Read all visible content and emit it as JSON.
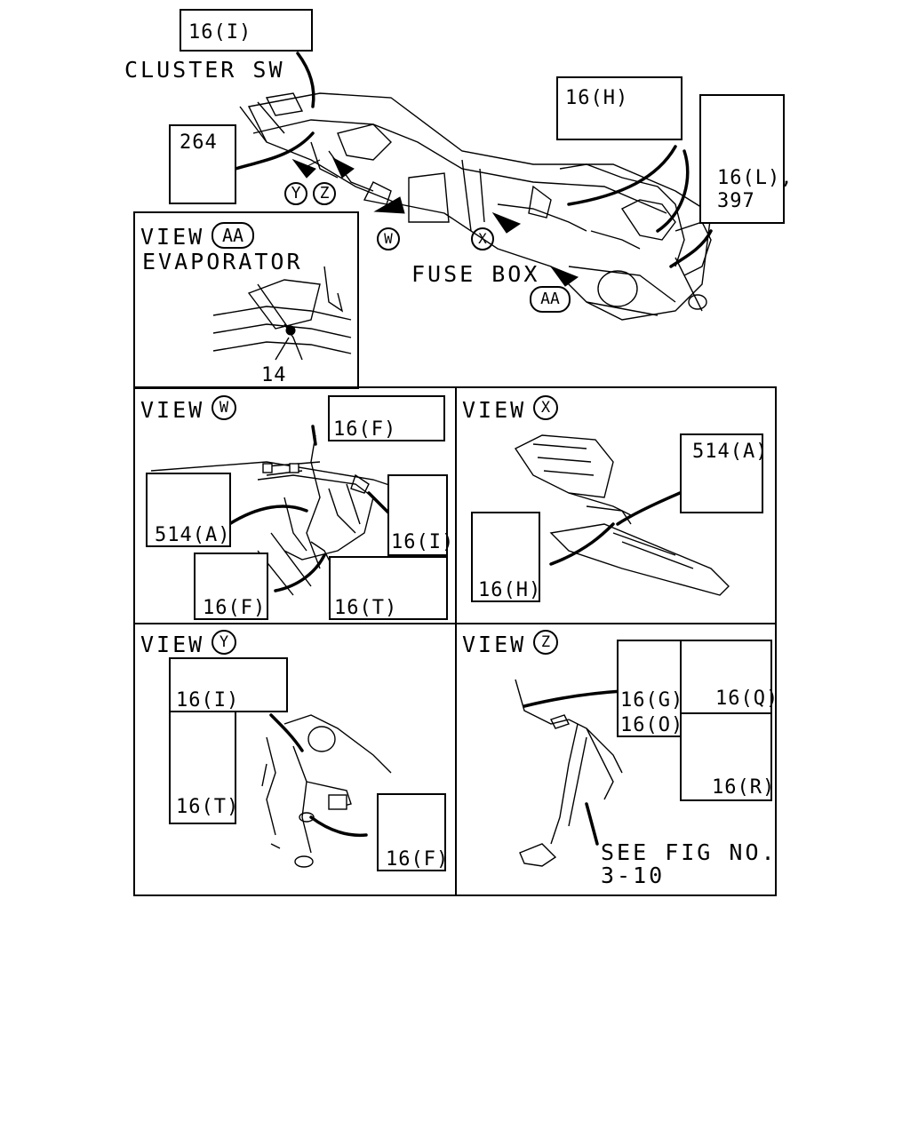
{
  "callouts": {
    "top_16i": "16(I)",
    "cluster_sw": "CLUSTER SW",
    "part_264": "264",
    "top_16h": "16(H)",
    "top_16l_397": [
      "16(L),",
      "397"
    ],
    "fuse_box": "FUSE BOX",
    "arrow_y": "Y",
    "arrow_z": "Z",
    "arrow_w": "W",
    "arrow_x": "X",
    "arrow_aa": "AA"
  },
  "view_aa": {
    "view_word": "VIEW",
    "view_id": "AA",
    "evaporator": "EVAPORATOR",
    "part_14": "14"
  },
  "view_w": {
    "view_word": "VIEW",
    "view_id": "W",
    "p16f_top": "16(F)",
    "p514a": "514(A)",
    "p16i": "16(I)",
    "p16f_bottom": "16(F)",
    "p16t": "16(T)"
  },
  "view_x": {
    "view_word": "VIEW",
    "view_id": "X",
    "p514a": "514(A)",
    "p16h": "16(H)"
  },
  "view_y": {
    "view_word": "VIEW",
    "view_id": "Y",
    "p16i": "16(I)",
    "p16t": "16(T)",
    "p16f": "16(F)"
  },
  "view_z": {
    "view_word": "VIEW",
    "view_id": "Z",
    "p16g": "16(G),",
    "p16o": "16(O)",
    "p16q": "16(Q)",
    "p16r": "16(R)",
    "see_fig": "SEE FIG NO.",
    "fig_no": "3-10"
  }
}
